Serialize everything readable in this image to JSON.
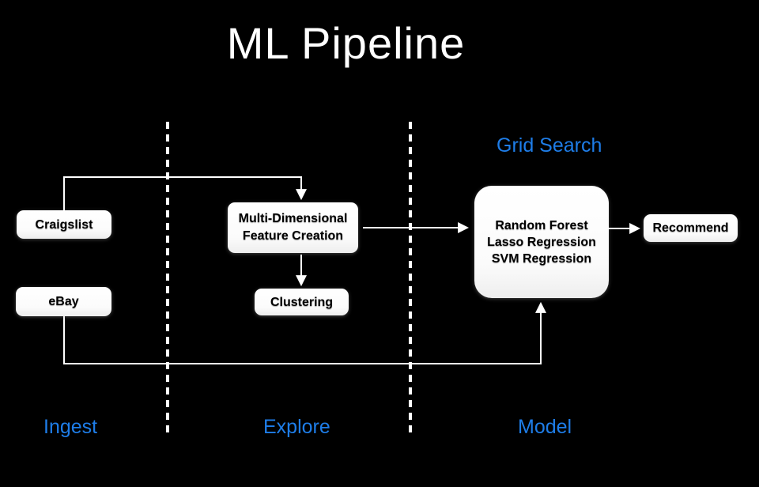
{
  "title": "ML Pipeline",
  "colors": {
    "background": "#000000",
    "accent_blue": "#1e7de8",
    "box_background": "#ffffff",
    "box_text": "#000000",
    "line": "#ffffff"
  },
  "stages": [
    {
      "label": "Ingest"
    },
    {
      "label": "Explore"
    },
    {
      "label": "Model"
    }
  ],
  "annotations": {
    "grid_search": "Grid Search"
  },
  "nodes": {
    "craigslist": {
      "label": "Craigslist"
    },
    "ebay": {
      "label": "eBay"
    },
    "feature_creation": {
      "line1": "Multi-Dimensional",
      "line2": "Feature Creation"
    },
    "clustering": {
      "label": "Clustering"
    },
    "models": {
      "lines": [
        "Random Forest",
        "Lasso Regression",
        "SVM Regression"
      ]
    },
    "recommend": {
      "label": "Recommend"
    }
  }
}
